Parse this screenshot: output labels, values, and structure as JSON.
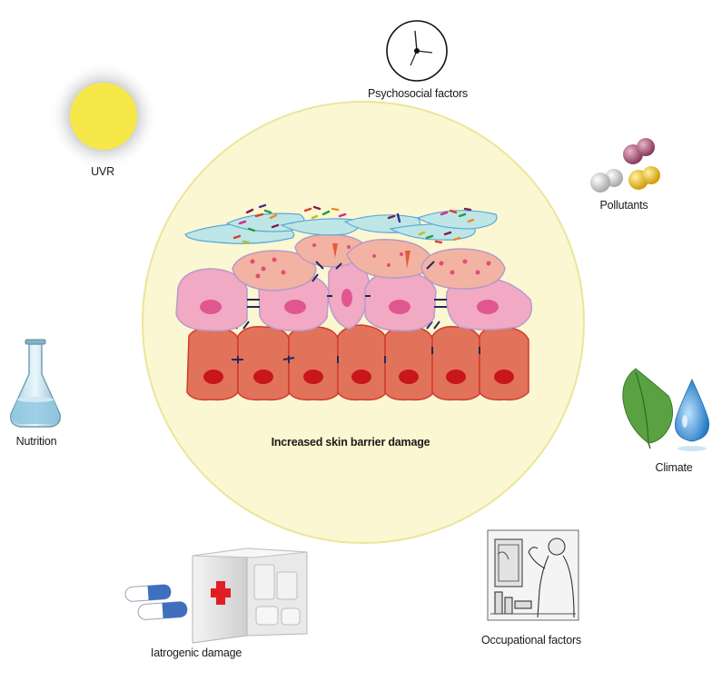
{
  "center": {
    "title": "Increased skin barrier damage"
  },
  "factors": {
    "psychosocial": "Psychosocial factors",
    "uvr": "UVR",
    "pollutants": "Pollutants",
    "nutrition": "Nutrition",
    "climate": "Climate",
    "iatrogenic": "Iatrogenic damage",
    "occupational": "Occupational factors"
  },
  "colors": {
    "circle_fill": "#fbf7d2",
    "basal_cell": "#e2735b",
    "spinous_cell": "#f2a9c3",
    "granular_cell": "#f3b3a2",
    "corneocyte": "#bfe6e6",
    "nucleus": "#d62525",
    "sun": "#f7e84a",
    "red_cross": "#e01e24",
    "leaf": "#5aa142",
    "droplet": "#3a8fd0"
  }
}
